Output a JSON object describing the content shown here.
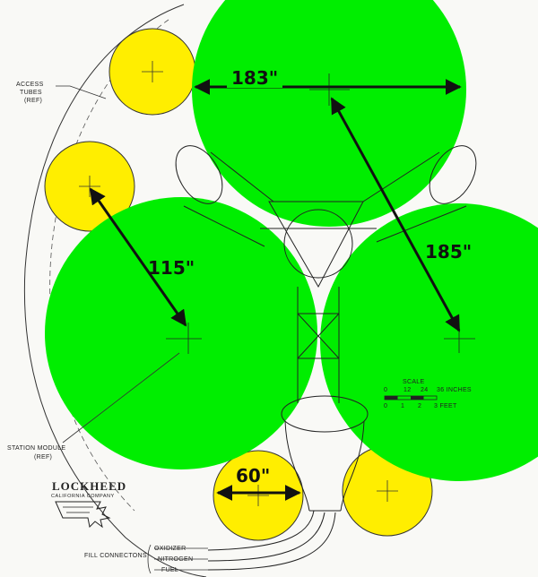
{
  "labels": {
    "access_tubes": "ACCESS",
    "access_tubes_2": "TUBES",
    "access_tubes_ref": "(REF)",
    "station_module": "STATION MODULE",
    "station_module_ref": "(REF)",
    "fill_connectors": "FILL CONNECTONS",
    "fill_oxidizer": "OXIDIZER",
    "fill_nitrogen": "NITROGEN",
    "fill_fuel": "FUEL"
  },
  "dimensions": {
    "top_circle": "183\"",
    "left_circle": "115\"",
    "right_circle": "185\"",
    "small_circle": "60\""
  },
  "scale": {
    "title": "SCALE",
    "inches_ticks": [
      "0",
      "12",
      "24",
      "36 INCHES"
    ],
    "feet_ticks": [
      "0",
      "1",
      "2",
      "3 FEET"
    ]
  },
  "logo": {
    "name": "LOCKHEED",
    "subtitle": "CALIFORNIA COMPANY"
  },
  "colors": {
    "green_fill": "#00ee00",
    "yellow_fill": "#ffee00",
    "line": "#222222"
  }
}
